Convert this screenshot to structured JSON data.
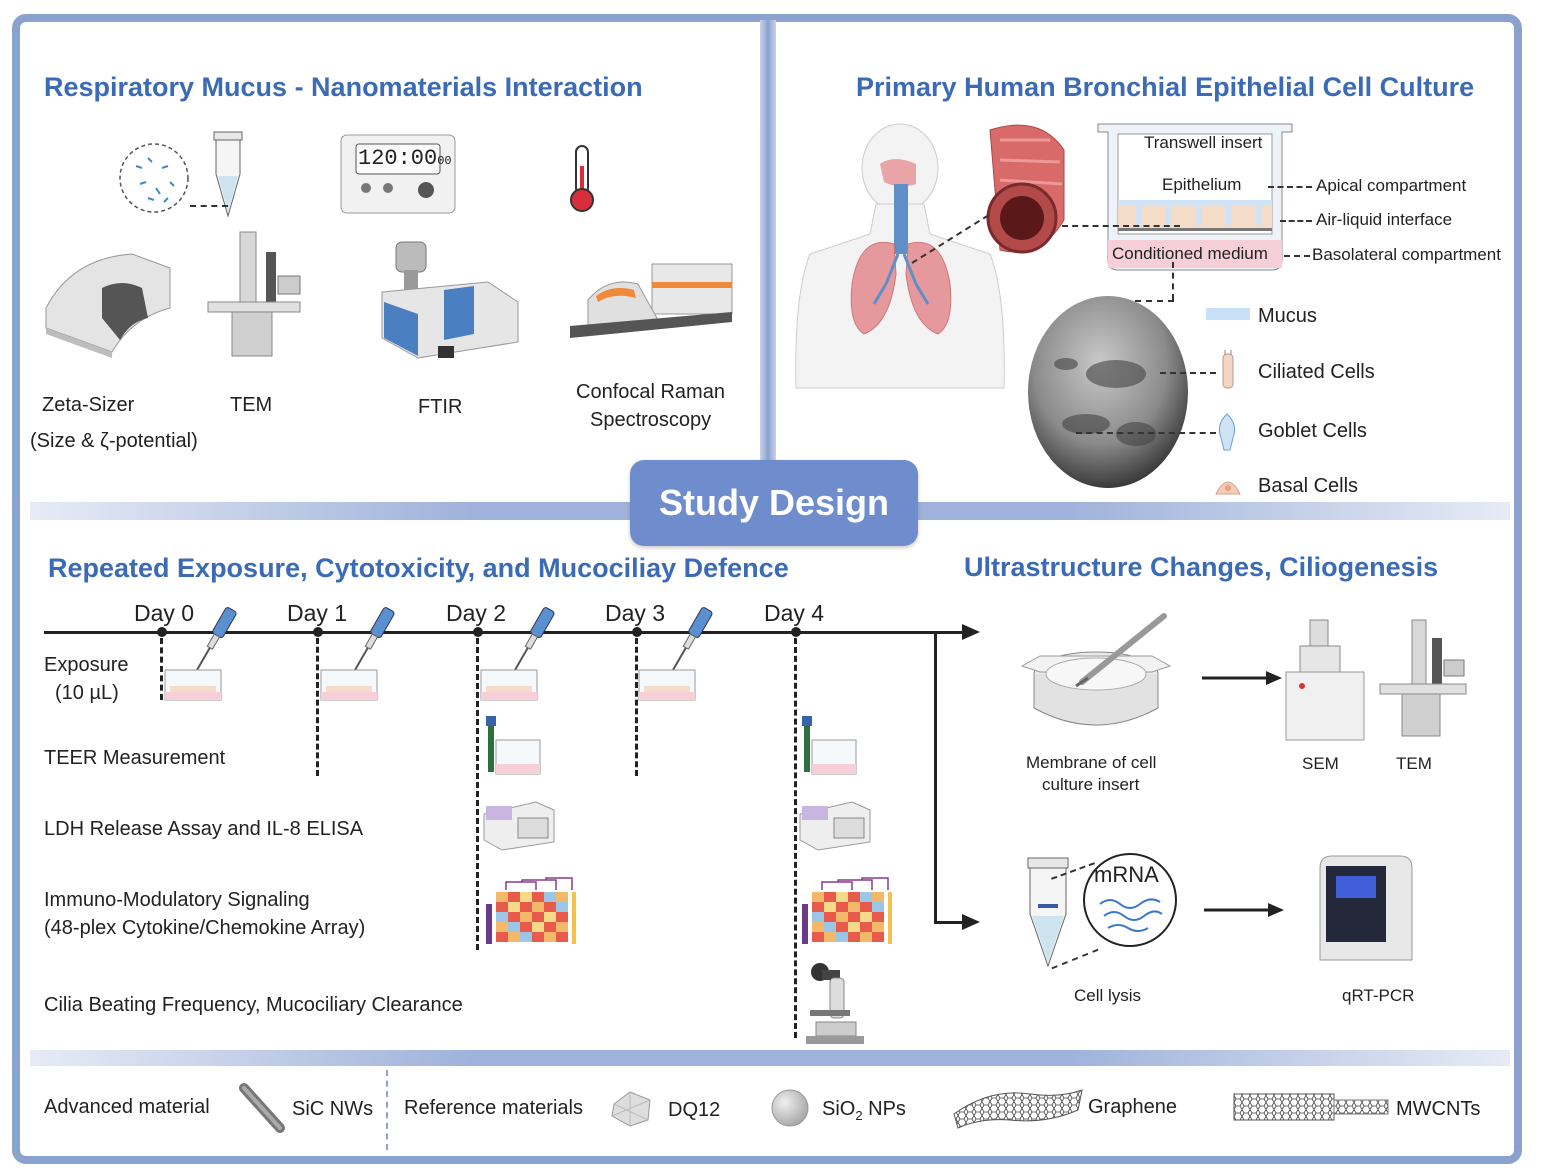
{
  "study_title": "Study Design",
  "panel_tl": {
    "title": "Respiratory Mucus - Nanomaterials Interaction",
    "timer": "120:00",
    "timer_small": "00",
    "instruments": [
      {
        "name": "Zeta-Sizer",
        "sub": "(Size & ζ-potential)"
      },
      {
        "name": "TEM"
      },
      {
        "name": "FTIR"
      },
      {
        "name": "Confocal Raman",
        "sub": "Spectroscopy"
      }
    ]
  },
  "panel_tr": {
    "title": "Primary Human Bronchial Epithelial Cell Culture",
    "transwell": "Transwell insert",
    "epithelium": "Epithelium",
    "medium": "Conditioned medium",
    "apical": "Apical compartment",
    "ali": "Air-liquid interface",
    "basolateral": "Basolateral compartment",
    "legend": [
      "Mucus",
      "Ciliated Cells",
      "Goblet Cells",
      "Basal Cells"
    ]
  },
  "panel_bl": {
    "title": "Repeated Exposure, Cytotoxicity, and Mucociliay Defence",
    "days": [
      "Day 0",
      "Day 1",
      "Day 2",
      "Day 3",
      "Day 4"
    ],
    "rows": {
      "exposure": "Exposure",
      "exposure_vol": "(10 µL)",
      "teer": "TEER Measurement",
      "ldh": "LDH Release Assay and IL-8 ELISA",
      "immuno": "Immuno-Modulatory Signaling",
      "immuno_sub": "(48-plex Cytokine/Chemokine Array)",
      "cilia": "Cilia Beating Frequency, Mucociliary Clearance"
    }
  },
  "panel_br": {
    "title": "Ultrastructure Changes, Ciliogenesis",
    "membrane": "Membrane of cell",
    "membrane2": "culture insert",
    "sem": "SEM",
    "tem": "TEM",
    "mrna": "mRNA",
    "lysis": "Cell lysis",
    "qrt": "qRT-PCR"
  },
  "footer": {
    "advanced": "Advanced material",
    "sic": "SiC NWs",
    "reference": "Reference materials",
    "dq12": "DQ12",
    "sio2_a": "SiO",
    "sio2_sub": "2",
    "sio2_b": " NPs",
    "graphene": "Graphene",
    "mwcnts": "MWCNTs"
  },
  "colors": {
    "frame": "#8ba2cf",
    "title": "#3c6bb5",
    "study_box": "#6f8ccc"
  }
}
